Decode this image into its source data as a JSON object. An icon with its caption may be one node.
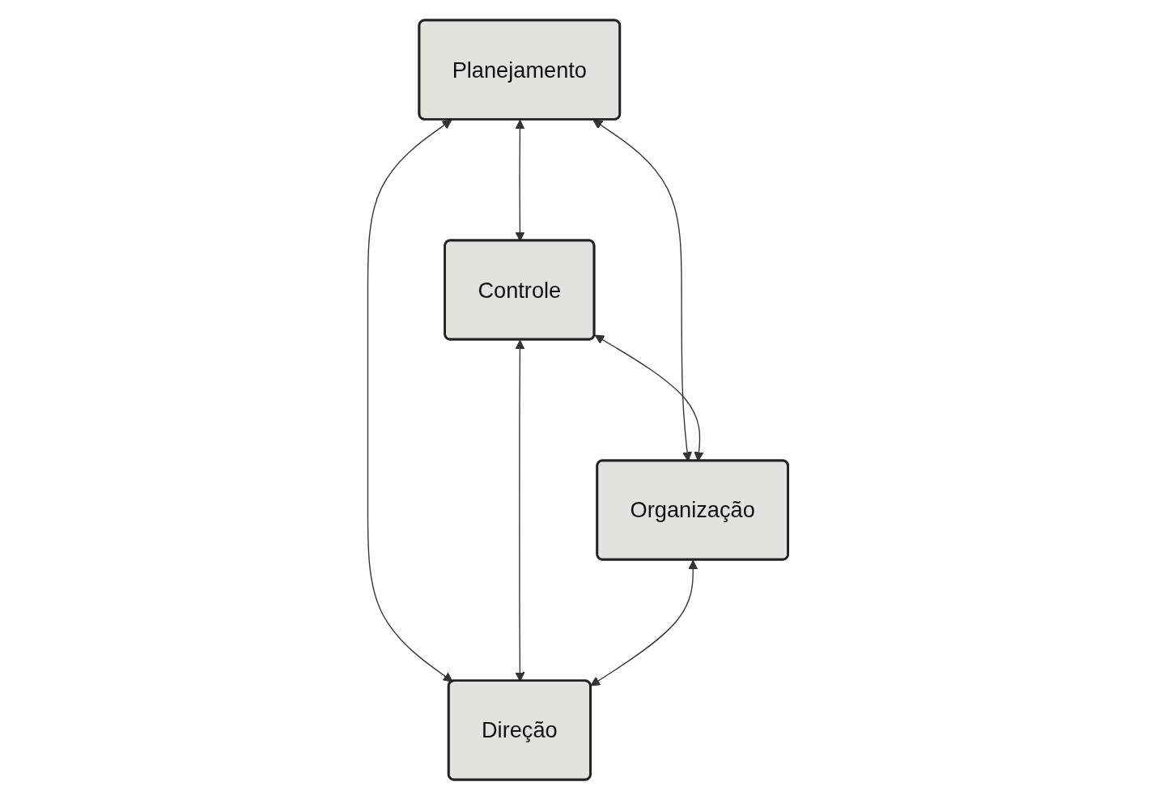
{
  "diagram": {
    "nodes": [
      {
        "text": [
          "Planejamento"
        ]
      },
      {
        "text": [
          "Controle"
        ]
      },
      {
        "text": [
          "Organização"
        ]
      },
      {
        "text": [
          "Direção"
        ]
      }
    ],
    "edges": [
      {
        "from": 0,
        "to": 1,
        "arrow": "both"
      },
      {
        "from": 0,
        "to": 2,
        "arrow": "both"
      },
      {
        "from": 0,
        "to": 3,
        "arrow": "both"
      },
      {
        "from": 1,
        "to": 2,
        "arrow": "both"
      },
      {
        "from": 1,
        "to": 3,
        "arrow": "both"
      },
      {
        "from": 2,
        "to": 3,
        "arrow": "both"
      }
    ]
  }
}
